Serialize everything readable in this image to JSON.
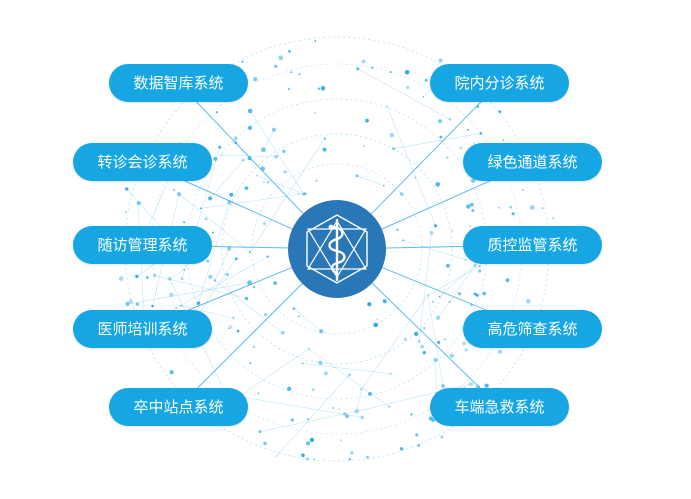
{
  "nodes": [
    {
      "id": "data-warehouse",
      "label": "数据智库系统"
    },
    {
      "id": "referral-consult",
      "label": "转诊会诊系统"
    },
    {
      "id": "follow-up",
      "label": "随访管理系统"
    },
    {
      "id": "doctor-training",
      "label": "医师培训系统"
    },
    {
      "id": "stroke-station",
      "label": "卒中站点系统"
    },
    {
      "id": "triage",
      "label": "院内分诊系统"
    },
    {
      "id": "green-channel",
      "label": "绿色通道系统"
    },
    {
      "id": "quality-control",
      "label": "质控监管系统"
    },
    {
      "id": "risk-screening",
      "label": "高危筛查系统"
    },
    {
      "id": "vehicle-emergency",
      "label": "车端急救系统"
    }
  ],
  "center": {
    "icon": "caduceus-icon"
  },
  "colors": {
    "pill": "#16a6e3",
    "center": "#2a77b8",
    "network": "#25a7e2"
  }
}
